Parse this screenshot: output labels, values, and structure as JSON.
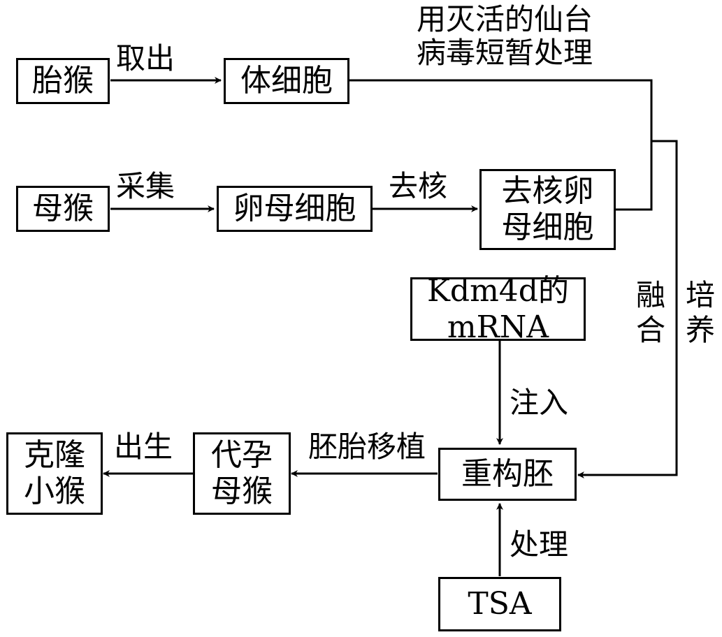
{
  "nodes": {
    "fetal_monkey": "胎猴",
    "somatic_cell": "体细胞",
    "mother_monkey": "母猴",
    "oocyte": "卵母细胞",
    "enucleated_oocyte": "去核卵\n母细胞",
    "kdm4d_mrna": "Kdm4d的\nmRNA",
    "reconstructed_embryo": "重构胚",
    "surrogate_mother": "代孕\n母猴",
    "cloned_monkey": "克隆\n小猴",
    "tsa": "TSA"
  },
  "edges": {
    "take_out": "取出",
    "virus_treatment": "用灭活的仙台\n病毒短暂处理",
    "collect": "采集",
    "enucleate": "去核",
    "fuse": "融\n合",
    "culture": "培\n养",
    "inject": "注入",
    "embryo_transfer": "胚胎移植",
    "birth": "出生",
    "treat": "处理"
  }
}
